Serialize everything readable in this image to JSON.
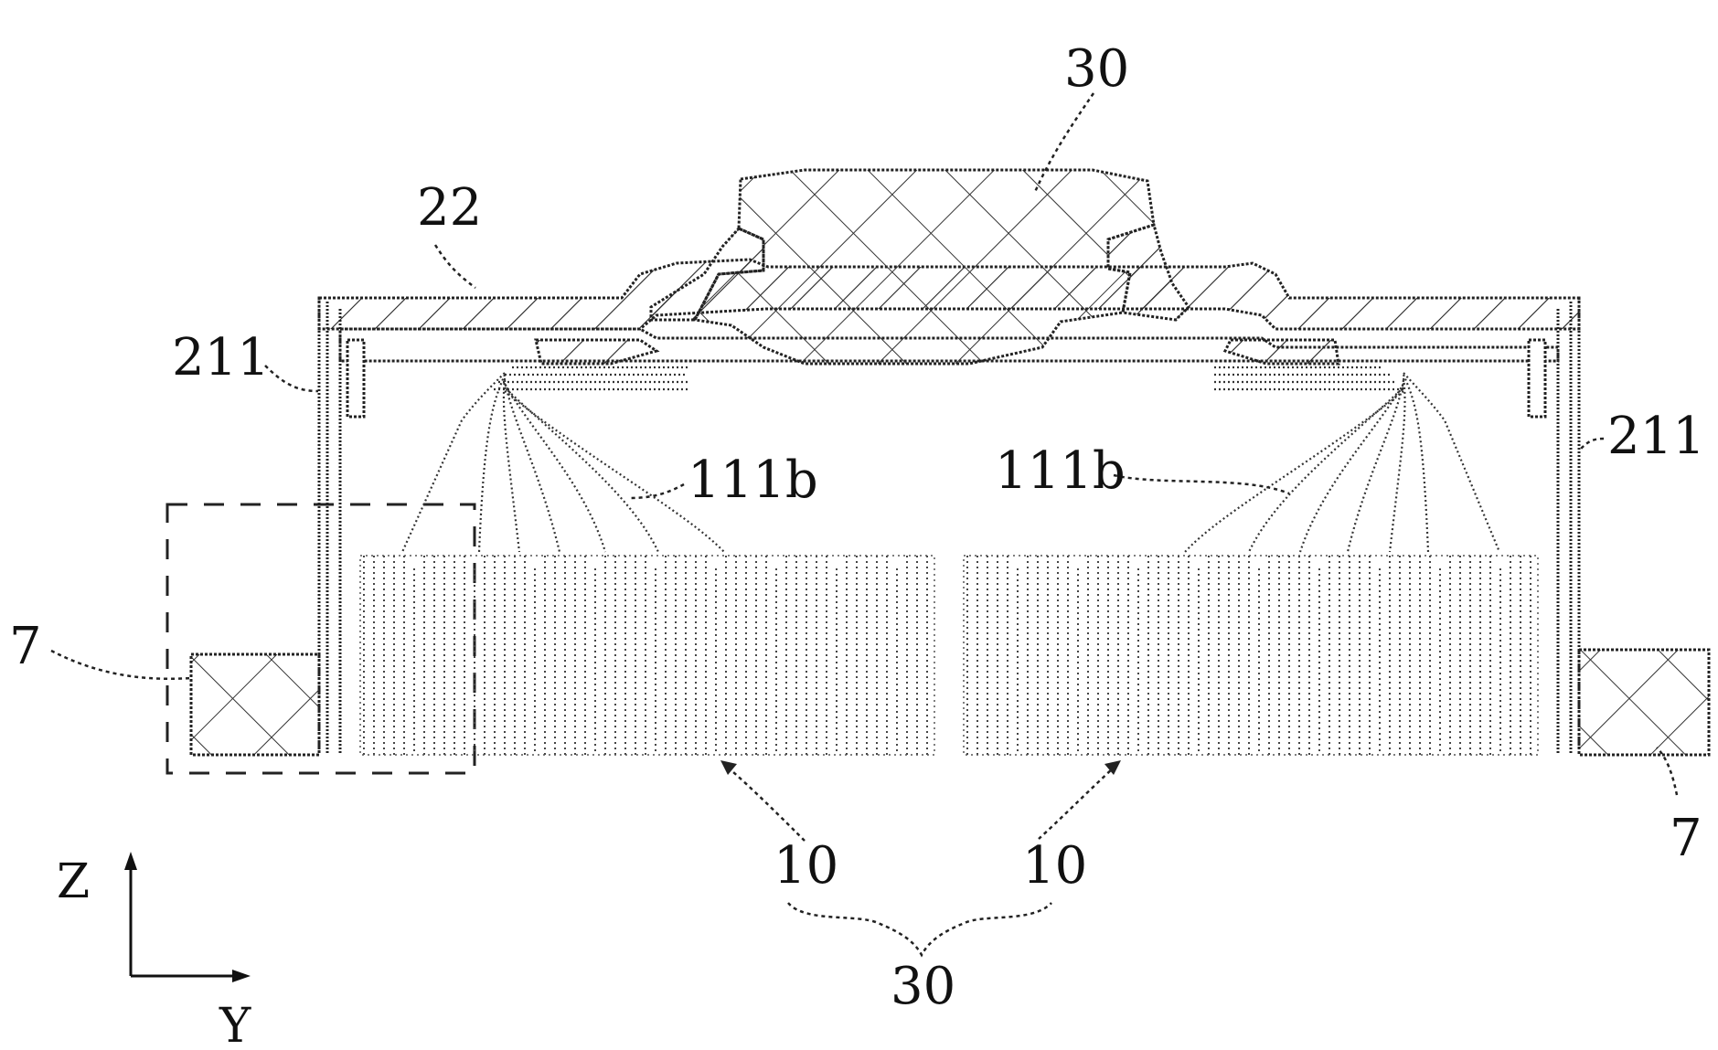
{
  "figure": {
    "labels": {
      "cap_top": "30",
      "top_cover": "22",
      "wall_left": "211",
      "wall_right": "211",
      "tab_left": "111b",
      "tab_right": "111b",
      "bracket_left": "7",
      "bracket_right": "7",
      "cell_left": "10",
      "cell_right": "10",
      "assembly": "30"
    },
    "axes": {
      "vertical": "Z",
      "horizontal": "Y"
    }
  }
}
